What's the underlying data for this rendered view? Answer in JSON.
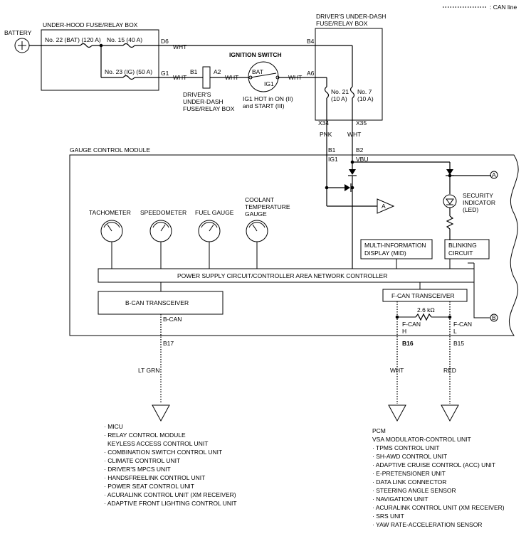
{
  "legend": {
    "can_line": ": CAN line"
  },
  "battery": {
    "label": "BATTERY"
  },
  "under_hood_box": {
    "title": "UNDER-HOOD FUSE/RELAY BOX",
    "fuse22": "No. 22 (BAT) (120 A)",
    "fuse15": "No. 15 (40 A)",
    "fuse23": "No. 23 (IG) (50 A)",
    "pin_d6": "D6",
    "pin_g1": "G1"
  },
  "wires": {
    "wht_top": "WHT",
    "wht_g1": "WHT",
    "wht_a2": "WHT",
    "wht_ig": "WHT",
    "pnk": "PNK",
    "wht_x35": "WHT",
    "lt_grn": "LT GRN",
    "wht_b16": "WHT",
    "red_b15": "RED"
  },
  "relay_box_small": {
    "pin_b1": "B1",
    "pin_a2": "A2",
    "label_line1": "DRIVER'S",
    "label_line2": "UNDER-DASH",
    "label_line3": "FUSE/RELAY BOX"
  },
  "ignition": {
    "title": "IGNITION SWITCH",
    "bat": "BAT",
    "ig1": "IG1",
    "note_line1": "IG1 HOT in ON (II)",
    "note_line2": "and START (III)"
  },
  "driver_box": {
    "title_line1": "DRIVER'S UNDER-DASH",
    "title_line2": "FUSE/RELAY BOX",
    "pin_b4": "B4",
    "pin_a6": "A6",
    "fuse21_line1": "No. 21",
    "fuse21_line2": "(10 A)",
    "fuse7_line1": "No. 7",
    "fuse7_line2": "(10 A)",
    "pin_x34": "X34",
    "pin_x35": "X35"
  },
  "gcm": {
    "title": "GAUGE CONTROL MODULE",
    "pin_b1": "B1",
    "pin_b2": "B2",
    "ig1": "IG1",
    "vbu": "VBU",
    "connector_a": "A",
    "connector_a_ref": "A",
    "connector_b": "B",
    "security_line1": "SECURITY",
    "security_line2": "INDICATOR",
    "security_line3": "(LED)",
    "gauges": [
      {
        "label": "TACHOMETER"
      },
      {
        "label": "SPEEDOMETER"
      },
      {
        "label": "FUEL GAUGE"
      },
      {
        "label_line1": "COOLANT",
        "label_line2": "TEMPERATURE",
        "label_line3": "GAUGE"
      }
    ],
    "mid_line1": "MULTI-INFORMATION",
    "mid_line2": "DISPLAY (MID)",
    "blink_line1": "BLINKING",
    "blink_line2": "CIRCUIT",
    "power_supply": "POWER SUPPLY CIRCUIT/CONTROLLER AREA NETWORK CONTROLLER",
    "bcan_transceiver": "B-CAN TRANSCEIVER",
    "fcan_transceiver": "F-CAN TRANSCEIVER",
    "bcan": "B-CAN",
    "resistor": "2.6 kΩ",
    "fcan_h_line1": "F-CAN",
    "fcan_h_line2": "H",
    "fcan_l_line1": "F-CAN",
    "fcan_l_line2": "L",
    "pin_b17": "B17",
    "pin_b16": "B16",
    "pin_b15": "B15"
  },
  "bcan_units": [
    "MICU",
    "RELAY CONTROL MODULE",
    "KEYLESS ACCESS CONTROL UNIT",
    "COMBINATION SWITCH CONTROL UNIT",
    "CLIMATE CONTROL UNIT",
    "DRIVER'S MPCS UNIT",
    "HANDSFREELINK CONTROL UNIT",
    "POWER SEAT CONTROL UNIT",
    "ACURALINK CONTROL UNIT (XM RECEIVER)",
    "ADAPTIVE FRONT LIGHTING CONTROL UNIT"
  ],
  "fcan_units": [
    "PCM",
    "VSA MODULATOR-CONTROL UNIT",
    "TPMS CONTROL UNIT",
    "SH-AWD CONTROL UNIT",
    "ADAPTIVE CRUISE CONTROL (ACC) UNIT",
    "E-PRETENSIONER UNIT",
    "DATA LINK CONNECTOR",
    "STEERING ANGLE SENSOR",
    "NAVIGATION UNIT",
    "ACURALINK CONTROL UNIT (XM RECEIVER)",
    "SRS UNIT",
    "YAW RATE-ACCELERATION SENSOR"
  ]
}
